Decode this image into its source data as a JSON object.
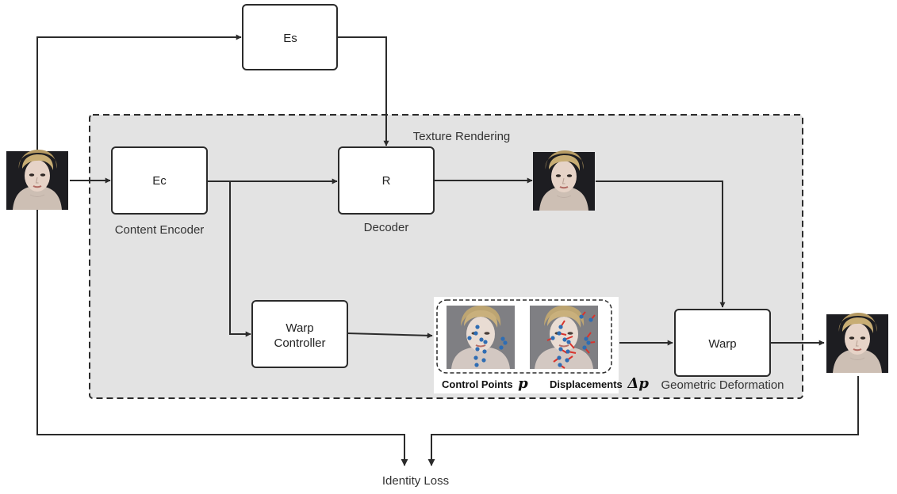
{
  "boxes": {
    "es": "Es",
    "ec": "Ec",
    "r": "R",
    "warp_controller_line1": "Warp",
    "warp_controller_line2": "Controller",
    "warp": "Warp"
  },
  "labels": {
    "texture_rendering": "Texture Rendering",
    "content_encoder": "Content Encoder",
    "decoder": "Decoder",
    "geometric_deformation": "Geometric Deformation",
    "identity_loss": "Identity Loss"
  },
  "captions": {
    "control_points": "Control Points",
    "control_points_symbol": "p",
    "displacements": "Displacements",
    "displacements_symbol": "Δp"
  },
  "colors": {
    "region_fill": "#e3e3e3",
    "line": "#2b2b2b",
    "control_point": "#2f6db3",
    "displacement": "#d8332c"
  }
}
